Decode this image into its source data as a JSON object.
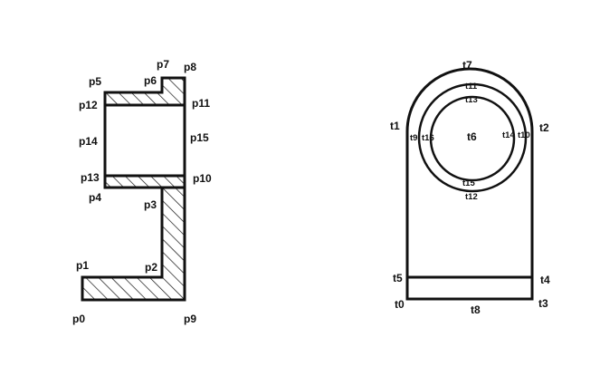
{
  "left_labels": {
    "p0": "p0",
    "p1": "p1",
    "p2": "p2",
    "p3": "p3",
    "p4": "p4",
    "p5": "p5",
    "p6": "p6",
    "p7": "p7",
    "p8": "p8",
    "p9": "p9",
    "p10": "p10",
    "p11": "p11",
    "p12": "p12",
    "p13": "p13",
    "p14": "p14",
    "p15": "p15"
  },
  "right_labels": {
    "t0": "t0",
    "t1": "t1",
    "t2": "t2",
    "t3": "t3",
    "t4": "t4",
    "t5": "t5",
    "t6": "t6",
    "t7": "t7",
    "t8": "t8",
    "t9": "t9",
    "t10": "t10",
    "t11": "t11",
    "t12": "t12",
    "t13": "t13",
    "t14": "t14",
    "t15": "t15",
    "t16": "t16"
  }
}
